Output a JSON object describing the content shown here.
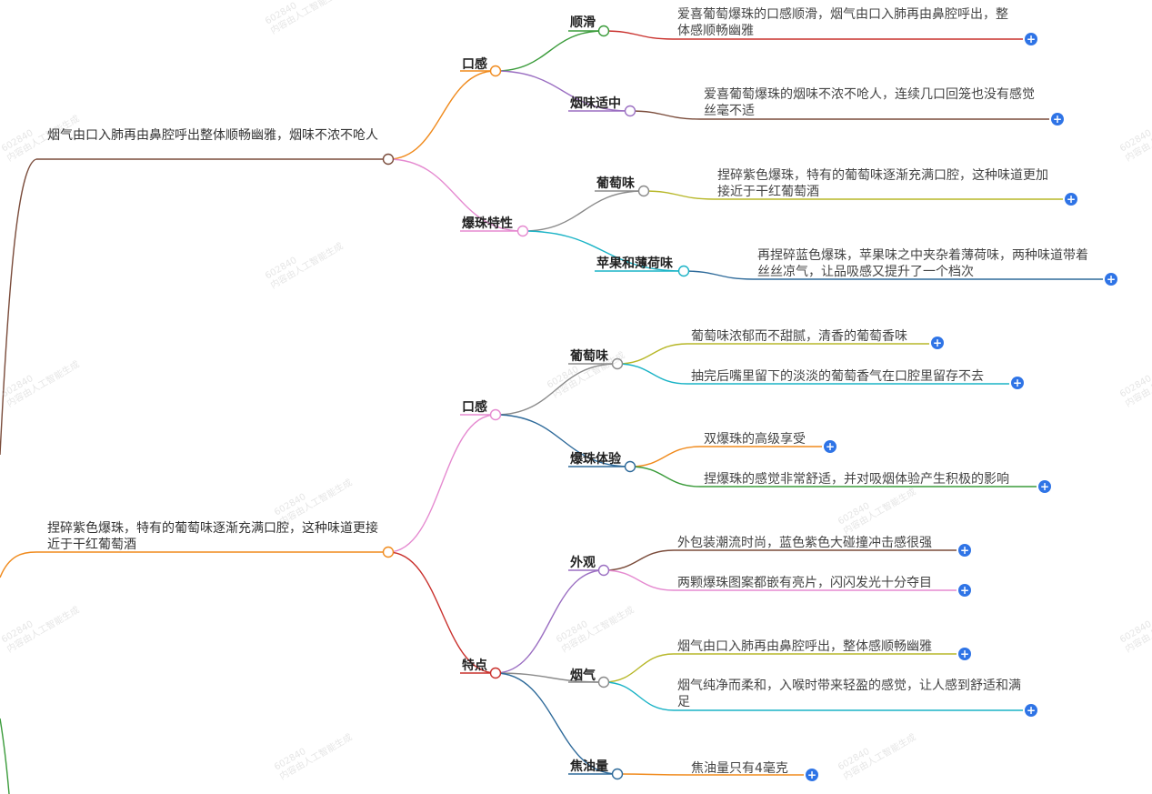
{
  "mindmap": {
    "branch1": {
      "label": "烟气由口入肺再由鼻腔呼出整体顺畅幽雅，烟味不浓不呛人",
      "kougan": {
        "label": "口感",
        "shunhua": {
          "label": "顺滑",
          "leaf": "爱喜葡萄爆珠的口感顺滑，烟气由口入肺再由鼻腔呼出，整体感顺畅幽雅"
        },
        "yanwei": {
          "label": "烟味适中",
          "leaf": "爱喜葡萄爆珠的烟味不浓不呛人，连续几口回笼也没有感觉丝毫不适"
        }
      },
      "baozhu": {
        "label": "爆珠特性",
        "putao": {
          "label": "葡萄味",
          "leaf": "捏碎紫色爆珠，特有的葡萄味逐渐充满口腔，这种味道更加接近于干红葡萄酒"
        },
        "pingguo": {
          "label": "苹果和薄荷味",
          "leaf": "再捏碎蓝色爆珠，苹果味之中夹杂着薄荷味，两种味道带着丝丝凉气，让品吸感又提升了一个档次"
        }
      }
    },
    "branch2": {
      "label": "捏碎紫色爆珠，特有的葡萄味逐渐充满口腔，这种味道更接近于干红葡萄酒",
      "kougan": {
        "label": "口感",
        "putao": {
          "label": "葡萄味",
          "leaves": [
            "葡萄味浓郁而不甜腻，清香的葡萄香味",
            "抽完后嘴里留下的淡淡的葡萄香气在口腔里留存不去"
          ]
        },
        "tiyan": {
          "label": "爆珠体验",
          "leaves": [
            "双爆珠的高级享受",
            "捏爆珠的感觉非常舒适，并对吸烟体验产生积极的影响"
          ]
        }
      },
      "tedian": {
        "label": "特点",
        "waiguan": {
          "label": "外观",
          "leaves": [
            "外包装潮流时尚，蓝色紫色大碰撞冲击感很强",
            "两颗爆珠图案都嵌有亮片，闪闪发光十分夺目"
          ]
        },
        "yanqi": {
          "label": "烟气",
          "leaves": [
            "烟气由口入肺再由鼻腔呼出，整体感顺畅幽雅",
            "烟气纯净而柔和，入喉时带来轻盈的感觉，让人感到舒适和满足"
          ]
        },
        "jiaoyou": {
          "label": "焦油量",
          "leaves": [
            "焦油量只有4毫克"
          ]
        }
      }
    },
    "plus_glyph": "+",
    "watermark": "602840\n内容由人工智能生成"
  },
  "colors": {
    "brown": "#7a4b3a",
    "orange": "#f08a1c",
    "green": "#3a9b3a",
    "purple": "#9b6fc2",
    "pink": "#e58ad0",
    "red": "#c9302c",
    "teal": "#1ab3c6",
    "olive": "#b7b728",
    "gray": "#8a8a8a",
    "blue_dark": "#2e6a9a",
    "plus_blue": "#2f74e6"
  }
}
